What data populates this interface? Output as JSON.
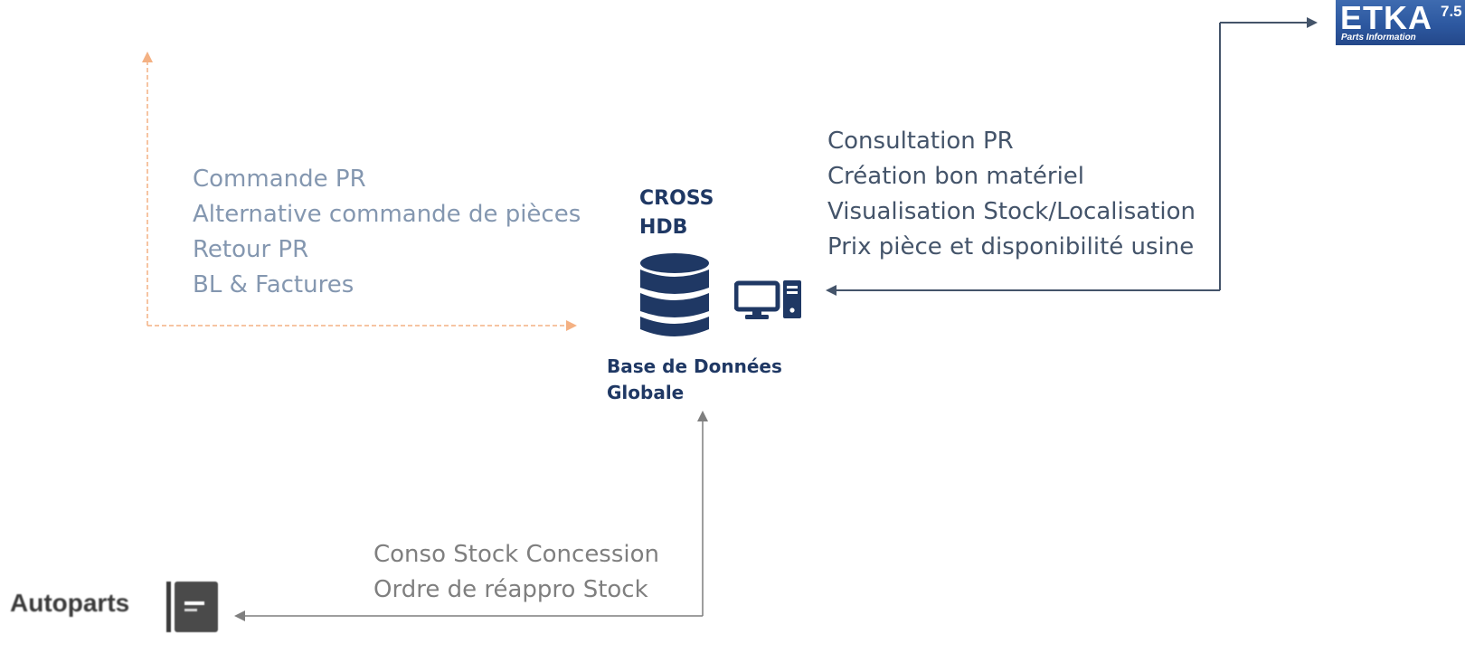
{
  "left_block": {
    "lines": [
      "Commande PR",
      "Alternative commande de pièces",
      "Retour PR",
      "BL & Factures"
    ]
  },
  "center": {
    "system_title": [
      "CROSS",
      "HDB"
    ],
    "database_label": [
      "Base de Données",
      "Globale"
    ],
    "icons": [
      "database-icon",
      "desktop-computer-icon"
    ]
  },
  "right_block": {
    "lines": [
      "Consultation PR",
      "Création bon matériel",
      "Visualisation Stock/Localisation",
      "Prix pièce et disponibilité usine"
    ]
  },
  "bottom_block": {
    "lines": [
      "Conso Stock Concession",
      "Ordre de réappro Stock"
    ]
  },
  "etka_logo": {
    "name": "ETKA",
    "version": "7.5",
    "subtitle": "Parts Information"
  },
  "autoparts": {
    "label": "Autoparts",
    "icon": "document-icon"
  },
  "colors": {
    "left_text": "#8497b0",
    "right_text": "#44546a",
    "bottom_text": "#7f7f7f",
    "dark_navy": "#1f3864",
    "orange_connector": "#f4b183",
    "right_connector": "#44546a",
    "bottom_connector": "#7f7f7f",
    "etka_blue": "#2d58a0"
  }
}
